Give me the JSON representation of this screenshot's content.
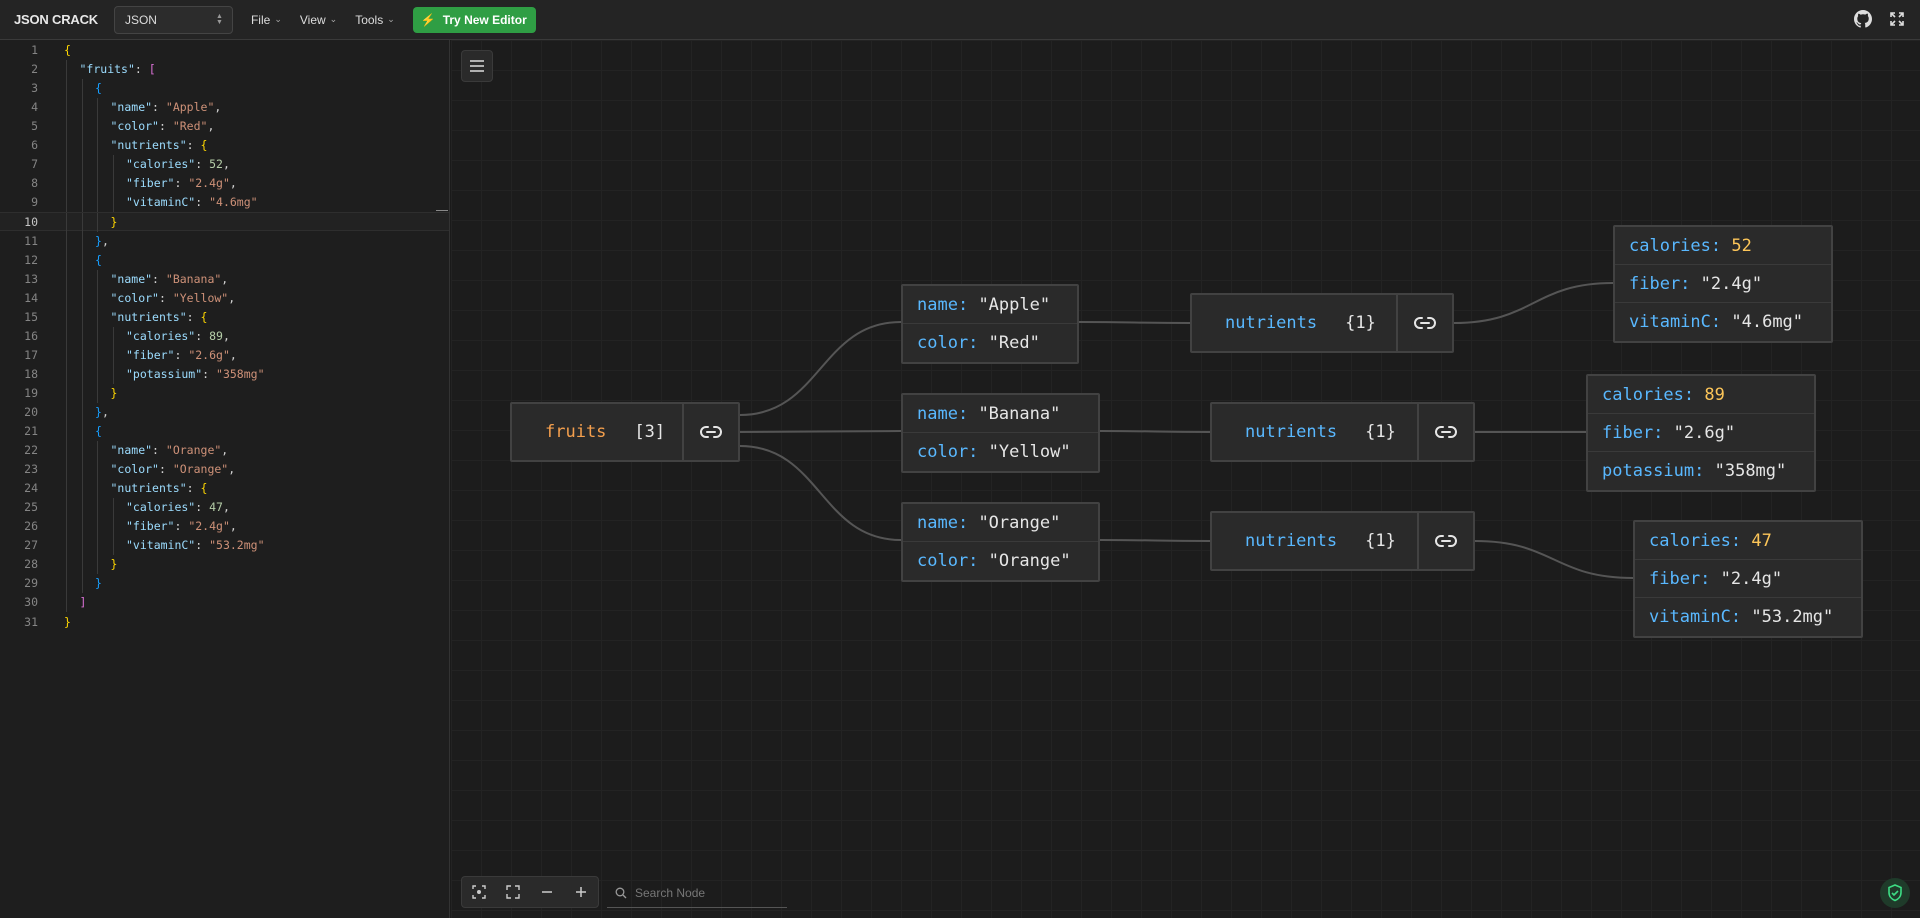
{
  "app": {
    "title": "JSON CRACK"
  },
  "toolbar": {
    "format": "JSON",
    "menus": [
      "File",
      "View",
      "Tools"
    ],
    "try_editor": "Try New Editor"
  },
  "editor": {
    "active_line": 10,
    "lines": [
      {
        "indent": 0,
        "tokens": [
          {
            "c": "b1",
            "t": "{"
          }
        ]
      },
      {
        "indent": 1,
        "tokens": [
          {
            "c": "k",
            "t": "\"fruits\""
          },
          {
            "c": "p",
            "t": ": "
          },
          {
            "c": "b2",
            "t": "["
          }
        ]
      },
      {
        "indent": 2,
        "tokens": [
          {
            "c": "b3",
            "t": "{"
          }
        ]
      },
      {
        "indent": 3,
        "tokens": [
          {
            "c": "k",
            "t": "\"name\""
          },
          {
            "c": "p",
            "t": ": "
          },
          {
            "c": "s",
            "t": "\"Apple\""
          },
          {
            "c": "p",
            "t": ","
          }
        ]
      },
      {
        "indent": 3,
        "tokens": [
          {
            "c": "k",
            "t": "\"color\""
          },
          {
            "c": "p",
            "t": ": "
          },
          {
            "c": "s",
            "t": "\"Red\""
          },
          {
            "c": "p",
            "t": ","
          }
        ]
      },
      {
        "indent": 3,
        "tokens": [
          {
            "c": "k",
            "t": "\"nutrients\""
          },
          {
            "c": "p",
            "t": ": "
          },
          {
            "c": "b1",
            "t": "{"
          }
        ]
      },
      {
        "indent": 4,
        "tokens": [
          {
            "c": "k",
            "t": "\"calories\""
          },
          {
            "c": "p",
            "t": ": "
          },
          {
            "c": "n",
            "t": "52"
          },
          {
            "c": "p",
            "t": ","
          }
        ]
      },
      {
        "indent": 4,
        "tokens": [
          {
            "c": "k",
            "t": "\"fiber\""
          },
          {
            "c": "p",
            "t": ": "
          },
          {
            "c": "s",
            "t": "\"2.4g\""
          },
          {
            "c": "p",
            "t": ","
          }
        ]
      },
      {
        "indent": 4,
        "tokens": [
          {
            "c": "k",
            "t": "\"vitaminC\""
          },
          {
            "c": "p",
            "t": ": "
          },
          {
            "c": "s",
            "t": "\"4.6mg\""
          }
        ]
      },
      {
        "indent": 3,
        "tokens": [
          {
            "c": "b1",
            "t": "}"
          }
        ]
      },
      {
        "indent": 2,
        "tokens": [
          {
            "c": "b3",
            "t": "}"
          },
          {
            "c": "p",
            "t": ","
          }
        ]
      },
      {
        "indent": 2,
        "tokens": [
          {
            "c": "b3",
            "t": "{"
          }
        ]
      },
      {
        "indent": 3,
        "tokens": [
          {
            "c": "k",
            "t": "\"name\""
          },
          {
            "c": "p",
            "t": ": "
          },
          {
            "c": "s",
            "t": "\"Banana\""
          },
          {
            "c": "p",
            "t": ","
          }
        ]
      },
      {
        "indent": 3,
        "tokens": [
          {
            "c": "k",
            "t": "\"color\""
          },
          {
            "c": "p",
            "t": ": "
          },
          {
            "c": "s",
            "t": "\"Yellow\""
          },
          {
            "c": "p",
            "t": ","
          }
        ]
      },
      {
        "indent": 3,
        "tokens": [
          {
            "c": "k",
            "t": "\"nutrients\""
          },
          {
            "c": "p",
            "t": ": "
          },
          {
            "c": "b1",
            "t": "{"
          }
        ]
      },
      {
        "indent": 4,
        "tokens": [
          {
            "c": "k",
            "t": "\"calories\""
          },
          {
            "c": "p",
            "t": ": "
          },
          {
            "c": "n",
            "t": "89"
          },
          {
            "c": "p",
            "t": ","
          }
        ]
      },
      {
        "indent": 4,
        "tokens": [
          {
            "c": "k",
            "t": "\"fiber\""
          },
          {
            "c": "p",
            "t": ": "
          },
          {
            "c": "s",
            "t": "\"2.6g\""
          },
          {
            "c": "p",
            "t": ","
          }
        ]
      },
      {
        "indent": 4,
        "tokens": [
          {
            "c": "k",
            "t": "\"potassium\""
          },
          {
            "c": "p",
            "t": ": "
          },
          {
            "c": "s",
            "t": "\"358mg\""
          }
        ]
      },
      {
        "indent": 3,
        "tokens": [
          {
            "c": "b1",
            "t": "}"
          }
        ]
      },
      {
        "indent": 2,
        "tokens": [
          {
            "c": "b3",
            "t": "}"
          },
          {
            "c": "p",
            "t": ","
          }
        ]
      },
      {
        "indent": 2,
        "tokens": [
          {
            "c": "b3",
            "t": "{"
          }
        ]
      },
      {
        "indent": 3,
        "tokens": [
          {
            "c": "k",
            "t": "\"name\""
          },
          {
            "c": "p",
            "t": ": "
          },
          {
            "c": "s",
            "t": "\"Orange\""
          },
          {
            "c": "p",
            "t": ","
          }
        ]
      },
      {
        "indent": 3,
        "tokens": [
          {
            "c": "k",
            "t": "\"color\""
          },
          {
            "c": "p",
            "t": ": "
          },
          {
            "c": "s",
            "t": "\"Orange\""
          },
          {
            "c": "p",
            "t": ","
          }
        ]
      },
      {
        "indent": 3,
        "tokens": [
          {
            "c": "k",
            "t": "\"nutrients\""
          },
          {
            "c": "p",
            "t": ": "
          },
          {
            "c": "b1",
            "t": "{"
          }
        ]
      },
      {
        "indent": 4,
        "tokens": [
          {
            "c": "k",
            "t": "\"calories\""
          },
          {
            "c": "p",
            "t": ": "
          },
          {
            "c": "n",
            "t": "47"
          },
          {
            "c": "p",
            "t": ","
          }
        ]
      },
      {
        "indent": 4,
        "tokens": [
          {
            "c": "k",
            "t": "\"fiber\""
          },
          {
            "c": "p",
            "t": ": "
          },
          {
            "c": "s",
            "t": "\"2.4g\""
          },
          {
            "c": "p",
            "t": ","
          }
        ]
      },
      {
        "indent": 4,
        "tokens": [
          {
            "c": "k",
            "t": "\"vitaminC\""
          },
          {
            "c": "p",
            "t": ": "
          },
          {
            "c": "s",
            "t": "\"53.2mg\""
          }
        ]
      },
      {
        "indent": 3,
        "tokens": [
          {
            "c": "b1",
            "t": "}"
          }
        ]
      },
      {
        "indent": 2,
        "tokens": [
          {
            "c": "b3",
            "t": "}"
          }
        ]
      },
      {
        "indent": 1,
        "tokens": [
          {
            "c": "b2",
            "t": "]"
          }
        ]
      },
      {
        "indent": 0,
        "tokens": [
          {
            "c": "b1",
            "t": "}"
          }
        ]
      }
    ]
  },
  "graph": {
    "root": {
      "key": "fruits",
      "count": "[3]"
    },
    "items": [
      {
        "fields": [
          {
            "key": "name:",
            "value": "\"Apple\""
          },
          {
            "key": "color:",
            "value": "\"Red\""
          }
        ],
        "child": {
          "key": "nutrients",
          "count": "{1}"
        },
        "leaf": [
          {
            "key": "calories:",
            "value": "52",
            "num": true
          },
          {
            "key": "fiber:",
            "value": "\"2.4g\""
          },
          {
            "key": "vitaminC:",
            "value": "\"4.6mg\""
          }
        ]
      },
      {
        "fields": [
          {
            "key": "name:",
            "value": "\"Banana\""
          },
          {
            "key": "color:",
            "value": "\"Yellow\""
          }
        ],
        "child": {
          "key": "nutrients",
          "count": "{1}"
        },
        "leaf": [
          {
            "key": "calories:",
            "value": "89",
            "num": true
          },
          {
            "key": "fiber:",
            "value": "\"2.6g\""
          },
          {
            "key": "potassium:",
            "value": "\"358mg\""
          }
        ]
      },
      {
        "fields": [
          {
            "key": "name:",
            "value": "\"Orange\""
          },
          {
            "key": "color:",
            "value": "\"Orange\""
          }
        ],
        "child": {
          "key": "nutrients",
          "count": "{1}"
        },
        "leaf": [
          {
            "key": "calories:",
            "value": "47",
            "num": true
          },
          {
            "key": "fiber:",
            "value": "\"2.4g\""
          },
          {
            "key": "vitaminC:",
            "value": "\"53.2mg\""
          }
        ]
      }
    ]
  },
  "search": {
    "placeholder": "Search Node"
  },
  "colors": {
    "accent": "#2f9e44",
    "key": "#59b8ff",
    "string": "#e6e6e6",
    "number": "#fdc659",
    "array_key": "#f49f4d"
  }
}
